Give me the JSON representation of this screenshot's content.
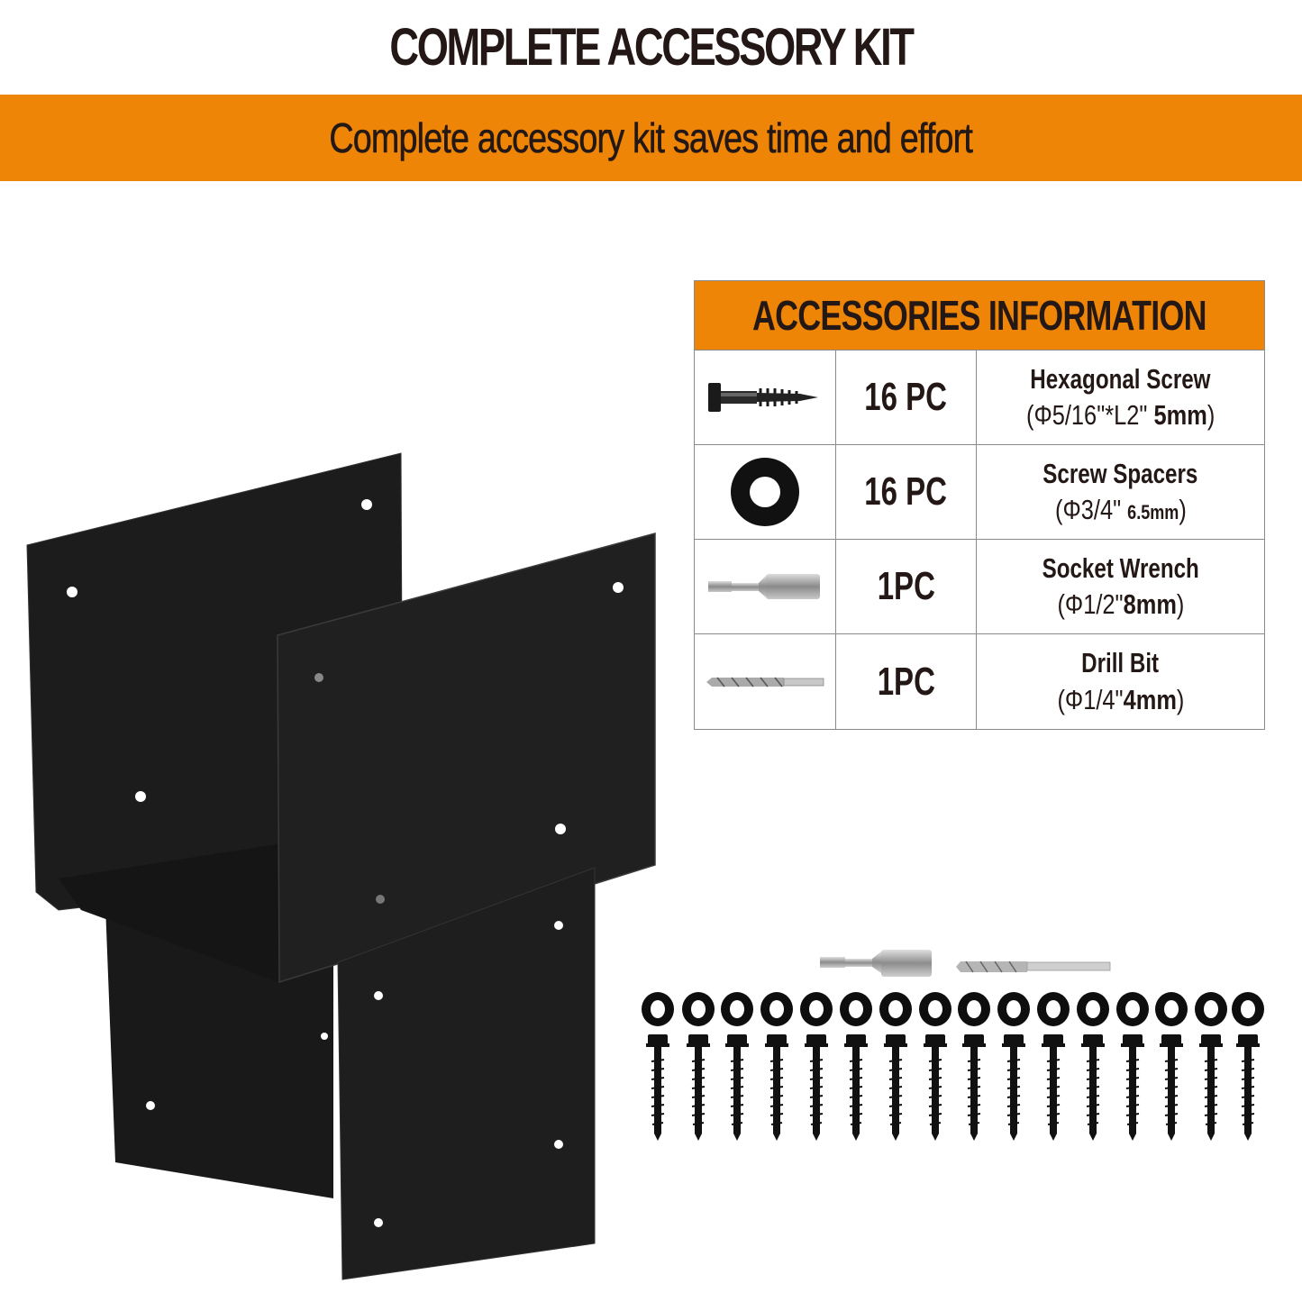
{
  "header": {
    "title": "COMPLETE ACCESSORY KIT",
    "banner_text": "Complete accessory kit saves time and effort"
  },
  "colors": {
    "accent_orange": "#ee8506",
    "text_dark": "#231815",
    "bracket_black": "#1f1f1f",
    "table_border": "#8a8a8a"
  },
  "accessories_table": {
    "heading": "ACCESSORIES INFORMATION",
    "rows": [
      {
        "icon": "hex-screw-icon",
        "qty": "16 PC",
        "name": "Hexagonal Screw",
        "spec_prefix": "(Φ5/16\"*L2\" ",
        "spec_mm": "5mm",
        "spec_suffix": ")"
      },
      {
        "icon": "washer-icon",
        "qty": "16 PC",
        "name": "Screw Spacers",
        "spec_prefix": "(Φ3/4\" ",
        "spec_mm": "6.5mm",
        "spec_suffix": ")"
      },
      {
        "icon": "socket-wrench-icon",
        "qty": "1PC",
        "name": "Socket Wrench",
        "spec_prefix": "(Φ1/2\"",
        "spec_mm": "8mm",
        "spec_suffix": ")"
      },
      {
        "icon": "drill-bit-icon",
        "qty": "1PC",
        "name": "Drill Bit",
        "spec_prefix": "(Φ1/4\"",
        "spec_mm": "4mm",
        "spec_suffix": ")"
      }
    ]
  },
  "kit_contents": {
    "socket_wrench_count": 1,
    "drill_bit_count": 1,
    "washer_count": 16,
    "screw_count": 16
  },
  "product": {
    "image": "black-post-bracket-image"
  }
}
